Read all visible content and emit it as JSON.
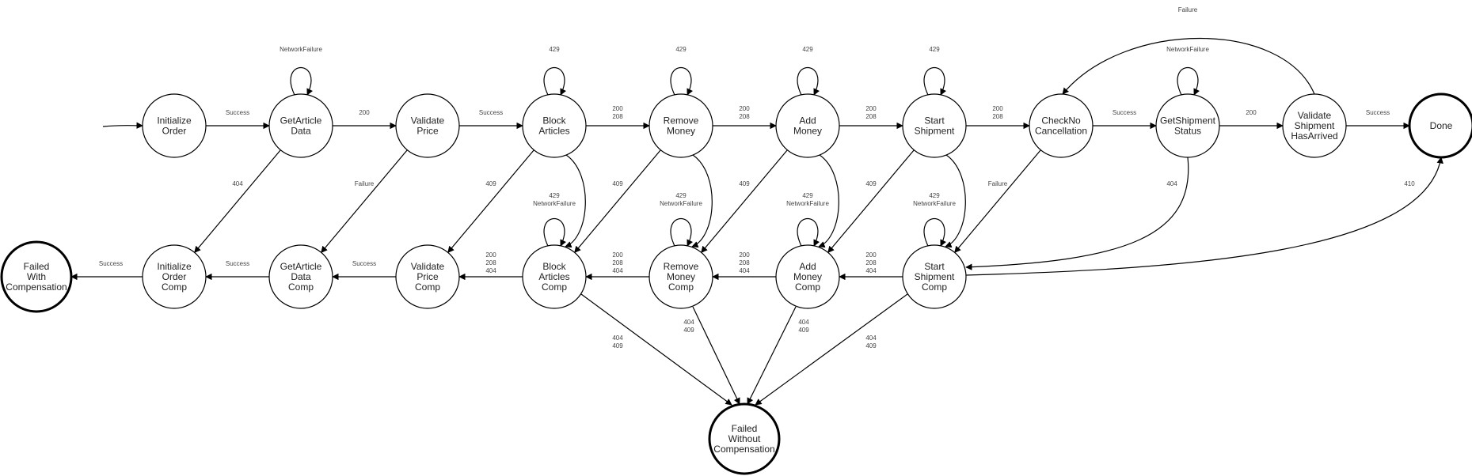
{
  "diagram": {
    "type": "state-machine",
    "nodes": [
      {
        "id": "init",
        "lines": [
          "Initialize",
          "Order"
        ]
      },
      {
        "id": "getart",
        "lines": [
          "GetArticle",
          "Data"
        ]
      },
      {
        "id": "valprice",
        "lines": [
          "Validate",
          "Price"
        ]
      },
      {
        "id": "block",
        "lines": [
          "Block",
          "Articles"
        ]
      },
      {
        "id": "remove",
        "lines": [
          "Remove",
          "Money"
        ]
      },
      {
        "id": "add",
        "lines": [
          "Add",
          "Money"
        ]
      },
      {
        "id": "startship",
        "lines": [
          "Start",
          "Shipment"
        ]
      },
      {
        "id": "checkno",
        "lines": [
          "CheckNo",
          "Cancellation"
        ]
      },
      {
        "id": "getship",
        "lines": [
          "GetShipment",
          "Status"
        ]
      },
      {
        "id": "valship",
        "lines": [
          "Validate",
          "Shipment",
          "HasArrived"
        ]
      },
      {
        "id": "done",
        "lines": [
          "Done"
        ],
        "final": true
      },
      {
        "id": "failedwith",
        "lines": [
          "Failed",
          "With",
          "Compensation"
        ],
        "final": true
      },
      {
        "id": "initc",
        "lines": [
          "Initialize",
          "Order",
          "Comp"
        ]
      },
      {
        "id": "getartc",
        "lines": [
          "GetArticle",
          "Data",
          "Comp"
        ]
      },
      {
        "id": "valpricec",
        "lines": [
          "Validate",
          "Price",
          "Comp"
        ]
      },
      {
        "id": "blockc",
        "lines": [
          "Block",
          "Articles",
          "Comp"
        ]
      },
      {
        "id": "removec",
        "lines": [
          "Remove",
          "Money",
          "Comp"
        ]
      },
      {
        "id": "addc",
        "lines": [
          "Add",
          "Money",
          "Comp"
        ]
      },
      {
        "id": "startshipc",
        "lines": [
          "Start",
          "Shipment",
          "Comp"
        ]
      },
      {
        "id": "failedwithout",
        "lines": [
          "Failed",
          "Without",
          "Compensation"
        ],
        "final": true
      }
    ],
    "edges": [
      {
        "from": "start",
        "to": "init",
        "labels": []
      },
      {
        "from": "init",
        "to": "getart",
        "labels": [
          "Success"
        ]
      },
      {
        "from": "getart",
        "to": "getart",
        "labels": [
          "NetworkFailure"
        ]
      },
      {
        "from": "getart",
        "to": "valprice",
        "labels": [
          "200"
        ]
      },
      {
        "from": "valprice",
        "to": "block",
        "labels": [
          "Success"
        ]
      },
      {
        "from": "block",
        "to": "block",
        "labels": [
          "429"
        ]
      },
      {
        "from": "block",
        "to": "remove",
        "labels": [
          "200",
          "208"
        ]
      },
      {
        "from": "remove",
        "to": "remove",
        "labels": [
          "429"
        ]
      },
      {
        "from": "remove",
        "to": "add",
        "labels": [
          "200",
          "208"
        ]
      },
      {
        "from": "add",
        "to": "add",
        "labels": [
          "429"
        ]
      },
      {
        "from": "add",
        "to": "startship",
        "labels": [
          "200",
          "208"
        ]
      },
      {
        "from": "startship",
        "to": "startship",
        "labels": [
          "429"
        ]
      },
      {
        "from": "startship",
        "to": "checkno",
        "labels": [
          "200",
          "208"
        ]
      },
      {
        "from": "checkno",
        "to": "getship",
        "labels": [
          "Success"
        ]
      },
      {
        "from": "getship",
        "to": "getship",
        "labels": [
          "NetworkFailure"
        ]
      },
      {
        "from": "getship",
        "to": "valship",
        "labels": [
          "200"
        ]
      },
      {
        "from": "valship",
        "to": "done",
        "labels": [
          "Success"
        ]
      },
      {
        "from": "valship",
        "to": "checkno",
        "labels": [
          "Failure"
        ]
      },
      {
        "from": "getart",
        "to": "initc",
        "labels": [
          "404"
        ]
      },
      {
        "from": "valprice",
        "to": "getartc",
        "labels": [
          "Failure"
        ]
      },
      {
        "from": "block",
        "to": "valpricec",
        "labels": [
          "409"
        ]
      },
      {
        "from": "block",
        "to": "blockc",
        "labels": [
          "NetworkFailure"
        ]
      },
      {
        "from": "remove",
        "to": "blockc",
        "labels": [
          "409"
        ]
      },
      {
        "from": "remove",
        "to": "removec",
        "labels": [
          "NetworkFailure"
        ]
      },
      {
        "from": "add",
        "to": "removec",
        "labels": [
          "409"
        ]
      },
      {
        "from": "add",
        "to": "addc",
        "labels": [
          "NetworkFailure"
        ]
      },
      {
        "from": "startship",
        "to": "addc",
        "labels": [
          "409"
        ]
      },
      {
        "from": "startship",
        "to": "startshipc",
        "labels": [
          "NetworkFailure"
        ]
      },
      {
        "from": "checkno",
        "to": "startshipc",
        "labels": [
          "Failure"
        ]
      },
      {
        "from": "getship",
        "to": "startshipc",
        "labels": [
          "404"
        ]
      },
      {
        "from": "startshipc",
        "to": "done",
        "labels": [
          "410"
        ]
      },
      {
        "from": "blockc",
        "to": "blockc",
        "labels": [
          "429",
          "NetworkFailure"
        ]
      },
      {
        "from": "removec",
        "to": "removec",
        "labels": [
          "429",
          "NetworkFailure"
        ]
      },
      {
        "from": "addc",
        "to": "addc",
        "labels": [
          "429",
          "NetworkFailure"
        ]
      },
      {
        "from": "startshipc",
        "to": "startshipc",
        "labels": [
          "429",
          "NetworkFailure"
        ]
      },
      {
        "from": "initc",
        "to": "failedwith",
        "labels": [
          "Success"
        ]
      },
      {
        "from": "getartc",
        "to": "initc",
        "labels": [
          "Success"
        ]
      },
      {
        "from": "valpricec",
        "to": "getartc",
        "labels": [
          "Success"
        ]
      },
      {
        "from": "blockc",
        "to": "valpricec",
        "labels": [
          "200",
          "208",
          "404"
        ]
      },
      {
        "from": "removec",
        "to": "blockc",
        "labels": [
          "200",
          "208",
          "404"
        ]
      },
      {
        "from": "addc",
        "to": "removec",
        "labels": [
          "200",
          "208",
          "404"
        ]
      },
      {
        "from": "startshipc",
        "to": "addc",
        "labels": [
          "200",
          "208",
          "404"
        ]
      },
      {
        "from": "blockc",
        "to": "failedwithout",
        "labels": [
          "404",
          "409"
        ]
      },
      {
        "from": "removec",
        "to": "failedwithout",
        "labels": [
          "404",
          "409"
        ]
      },
      {
        "from": "addc",
        "to": "failedwithout",
        "labels": [
          "404",
          "409"
        ]
      },
      {
        "from": "startshipc",
        "to": "failedwithout",
        "labels": [
          "404",
          "409"
        ]
      }
    ]
  }
}
